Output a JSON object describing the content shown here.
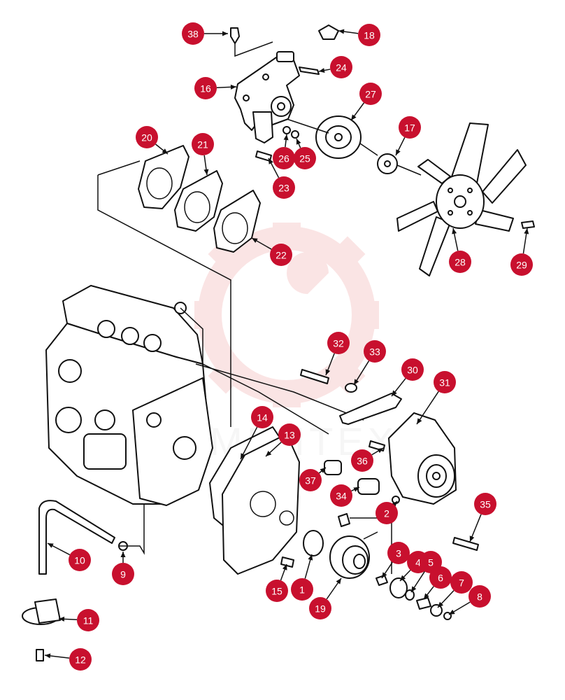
{
  "colors": {
    "callout": "#c8102e",
    "callout_text": "#ffffff",
    "line": "#111111",
    "watermark": "#f3b3b3"
  },
  "watermark": {
    "text": "MINITEX",
    "icon": "gear-wrench-icon"
  },
  "callouts": [
    {
      "id": "c1",
      "label": "1"
    },
    {
      "id": "c2",
      "label": "2"
    },
    {
      "id": "c3",
      "label": "3"
    },
    {
      "id": "c4",
      "label": "4"
    },
    {
      "id": "c5",
      "label": "5"
    },
    {
      "id": "c6",
      "label": "6"
    },
    {
      "id": "c7",
      "label": "7"
    },
    {
      "id": "c8",
      "label": "8"
    },
    {
      "id": "c9",
      "label": "9"
    },
    {
      "id": "c10",
      "label": "10"
    },
    {
      "id": "c11",
      "label": "11"
    },
    {
      "id": "c12",
      "label": "12"
    },
    {
      "id": "c13",
      "label": "13"
    },
    {
      "id": "c14",
      "label": "14"
    },
    {
      "id": "c15",
      "label": "15"
    },
    {
      "id": "c16",
      "label": "16"
    },
    {
      "id": "c17",
      "label": "17"
    },
    {
      "id": "c18",
      "label": "18"
    },
    {
      "id": "c19",
      "label": "19"
    },
    {
      "id": "c20",
      "label": "20"
    },
    {
      "id": "c21",
      "label": "21"
    },
    {
      "id": "c22",
      "label": "22"
    },
    {
      "id": "c23",
      "label": "23"
    },
    {
      "id": "c24",
      "label": "24"
    },
    {
      "id": "c25",
      "label": "25"
    },
    {
      "id": "c26",
      "label": "26"
    },
    {
      "id": "c27",
      "label": "27"
    },
    {
      "id": "c28",
      "label": "28"
    },
    {
      "id": "c29",
      "label": "29"
    },
    {
      "id": "c30",
      "label": "30"
    },
    {
      "id": "c31",
      "label": "31"
    },
    {
      "id": "c32",
      "label": "32"
    },
    {
      "id": "c33",
      "label": "33"
    },
    {
      "id": "c34",
      "label": "34"
    },
    {
      "id": "c35",
      "label": "35"
    },
    {
      "id": "c36",
      "label": "36"
    },
    {
      "id": "c37",
      "label": "37"
    },
    {
      "id": "c38",
      "label": "38"
    }
  ]
}
